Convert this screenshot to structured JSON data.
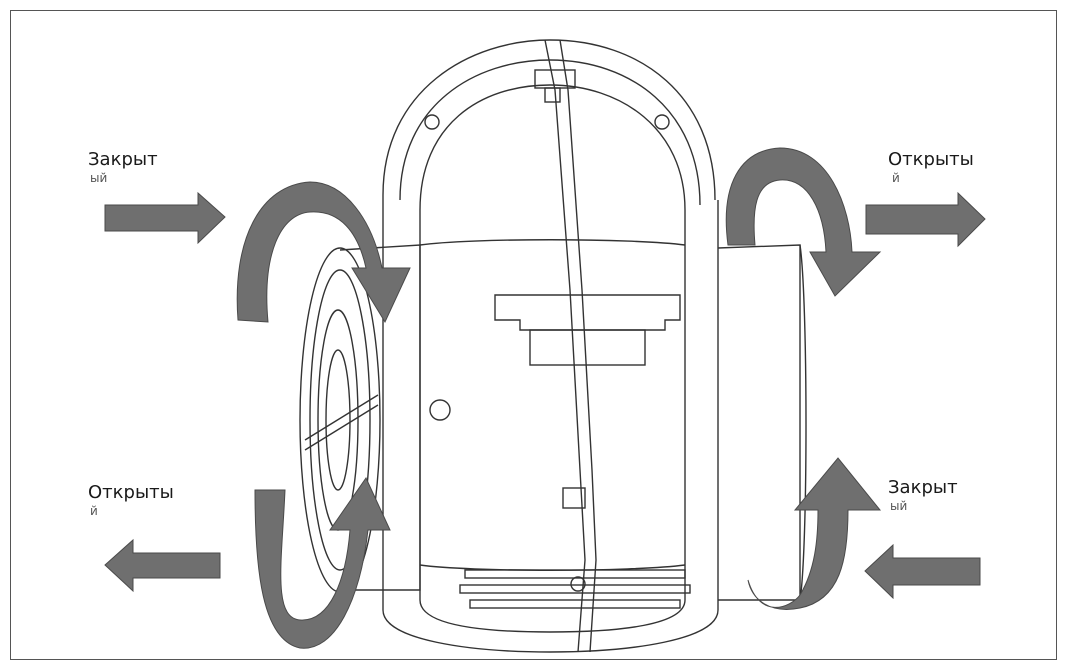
{
  "labels": {
    "top_left": "Закрыт",
    "top_left_cont": "ый",
    "top_right": "Открыты",
    "top_right_cont": "й",
    "bottom_left": "Открыты",
    "bottom_left_cont": "й",
    "bottom_right": "Закрыт",
    "bottom_right_cont": "ый"
  },
  "colors": {
    "arrow": "#6f6f6f",
    "arrow_stroke": "#4a4a4a",
    "line": "#333333"
  },
  "icons": {
    "straight_arrow": "straight-arrow-icon",
    "curved_arrow": "curved-arrow-icon"
  }
}
